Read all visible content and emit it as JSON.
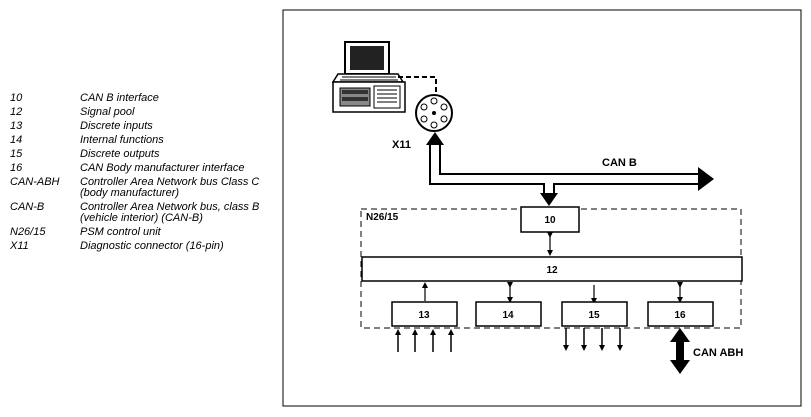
{
  "legend": [
    {
      "code": "10",
      "desc": "CAN B interface"
    },
    {
      "code": "12",
      "desc": "Signal pool"
    },
    {
      "code": "13",
      "desc": "Discrete inputs"
    },
    {
      "code": "14",
      "desc": "Internal functions"
    },
    {
      "code": "15",
      "desc": "Discrete outputs"
    },
    {
      "code": "16",
      "desc": "CAN Body manufacturer interface"
    },
    {
      "code": "CAN-ABH",
      "desc": "Controller Area Network bus Class C (body manufacturer)"
    },
    {
      "code": "CAN-B",
      "desc": "Controller Area Network bus, class B (vehicle interior) (CAN-B)"
    },
    {
      "code": "N26/15",
      "desc": "PSM control unit"
    },
    {
      "code": "X11",
      "desc": "Diagnostic connector (16-pin)"
    }
  ],
  "diagram": {
    "connector_label": "X11",
    "can_b_label": "CAN B",
    "control_unit_label": "N26/15",
    "block_10": "10",
    "block_12": "12",
    "block_13": "13",
    "block_14": "14",
    "block_15": "15",
    "block_16": "16",
    "can_abh_label": "CAN ABH"
  }
}
